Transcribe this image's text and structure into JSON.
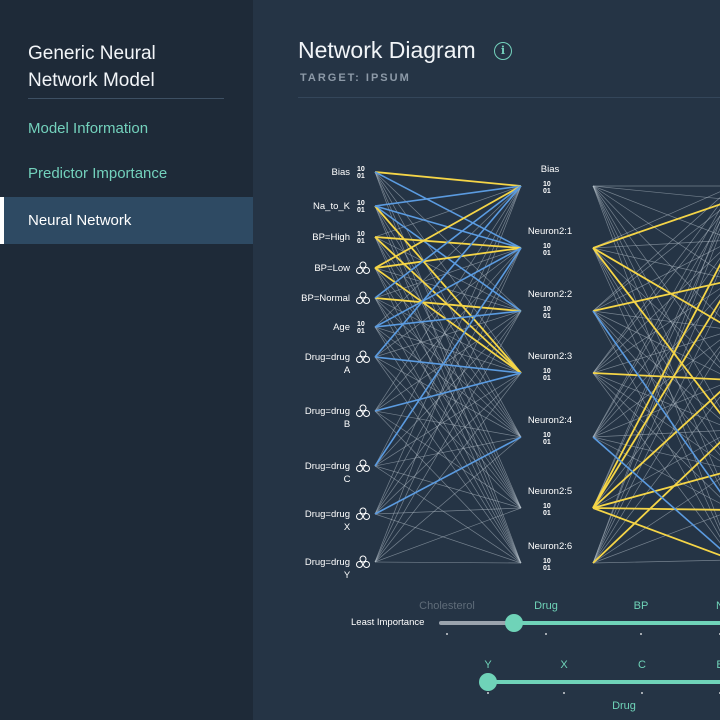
{
  "sidebar": {
    "title_line1": "Generic Neural",
    "title_line2": "Network Model",
    "items": [
      {
        "label": "Model Information"
      },
      {
        "label": "Predictor Importance"
      },
      {
        "label": "Neural Network"
      }
    ]
  },
  "header": {
    "title": "Network Diagram",
    "info_icon": "info-icon",
    "subtitle": "TARGET: IPSUM"
  },
  "network": {
    "input_nodes": [
      {
        "label": [
          "Bias"
        ],
        "icon": "binary-icon"
      },
      {
        "label": [
          "Na_to_K"
        ],
        "icon": "binary-icon"
      },
      {
        "label": [
          "BP=High"
        ],
        "icon": "binary-icon"
      },
      {
        "label": [
          "BP=Low"
        ],
        "icon": "category-icon"
      },
      {
        "label": [
          "BP=Normal"
        ],
        "icon": "category-icon"
      },
      {
        "label": [
          "Age"
        ],
        "icon": "binary-icon"
      },
      {
        "label": [
          "Drug=drug",
          "A"
        ],
        "icon": "category-icon"
      },
      {
        "label": [
          "Drug=drug",
          "B"
        ],
        "icon": "category-icon"
      },
      {
        "label": [
          "Drug=drug",
          "C"
        ],
        "icon": "category-icon"
      },
      {
        "label": [
          "Drug=drug",
          "X"
        ],
        "icon": "category-icon"
      },
      {
        "label": [
          "Drug=drug",
          "Y"
        ],
        "icon": "category-icon"
      }
    ],
    "hidden_nodes": [
      {
        "label": "Bias"
      },
      {
        "label": "Neuron2:1"
      },
      {
        "label": "Neuron2:2"
      },
      {
        "label": "Neuron2:3"
      },
      {
        "label": "Neuron2:4"
      },
      {
        "label": "Neuron2:5"
      },
      {
        "label": "Neuron2:6"
      }
    ],
    "colors": {
      "positive": "#f5d547",
      "negative": "#5b9be0",
      "neutral": "#b8c2cc"
    }
  },
  "importance_slider": {
    "left_label": "Least Importance",
    "ticks": [
      "Cholesterol",
      "Drug",
      "BP",
      "N"
    ],
    "value_fraction": 0.25,
    "colors": {
      "track": "#6fd3b8",
      "dim_track": "#9aa3ad",
      "dim_label": "#5f6c79"
    }
  },
  "category_slider": {
    "ticks": [
      "Y",
      "X",
      "C",
      "B"
    ],
    "caption": "Drug",
    "value_fraction": 0.0
  }
}
